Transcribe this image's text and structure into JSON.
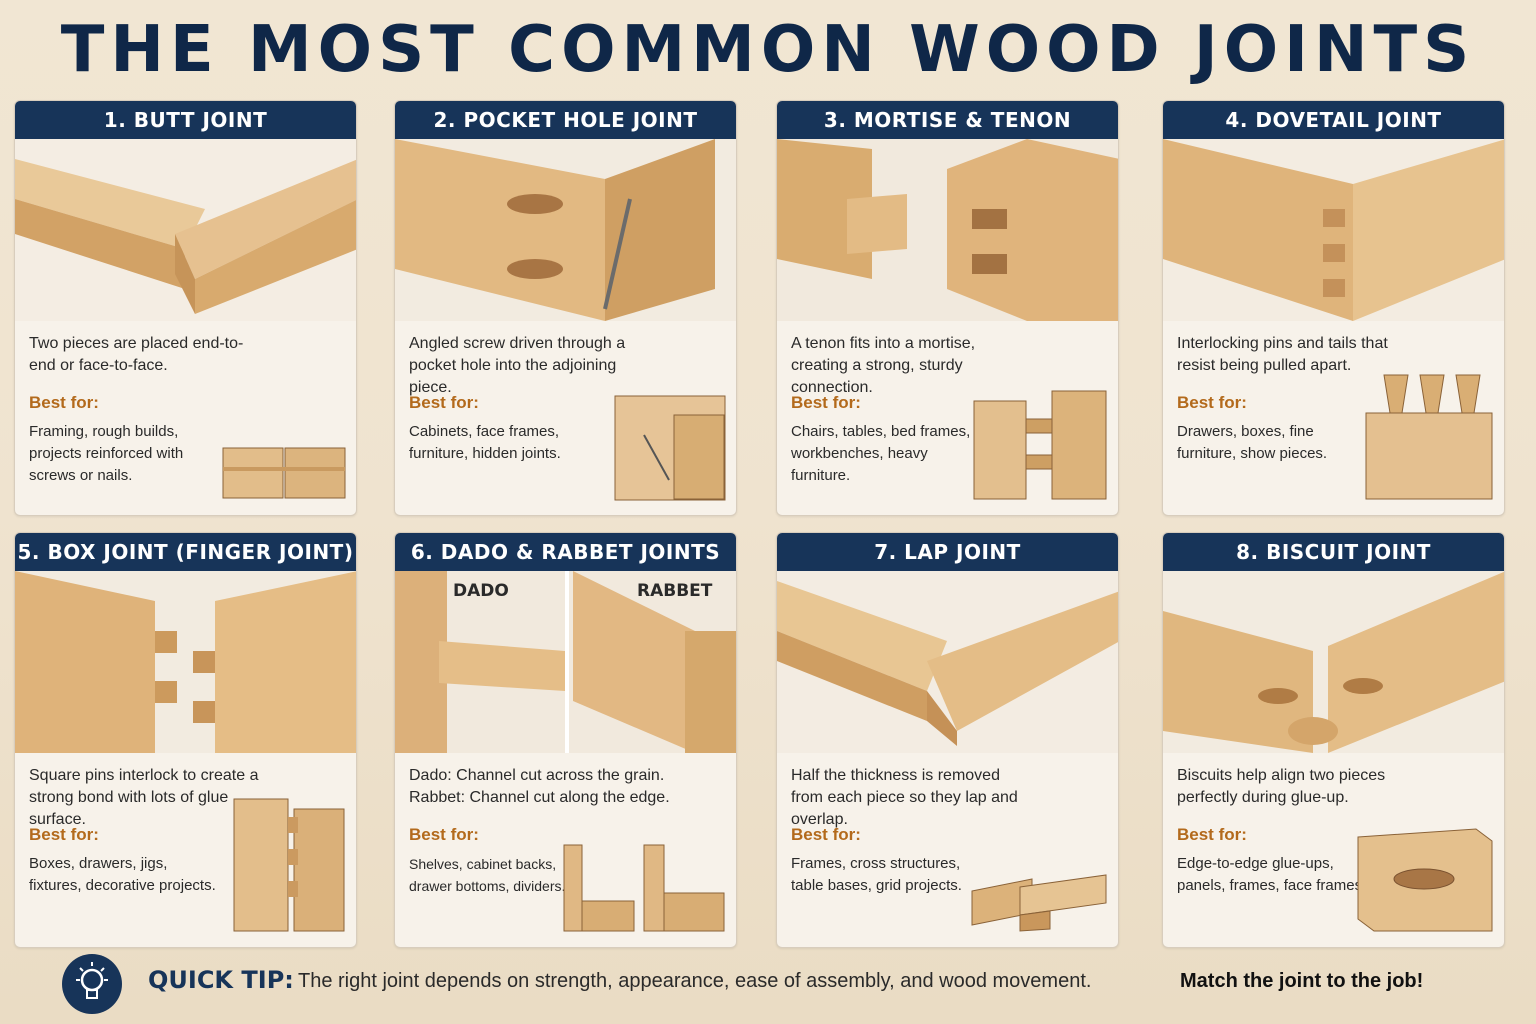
{
  "title": "THE MOST COMMON WOOD JOINTS",
  "best_for_label": "Best for:",
  "colors": {
    "header_bg": "#173459",
    "title_text": "#0f2748",
    "best_for": "#b36a1c",
    "wood_light": "#e8c595",
    "wood_mid": "#d6a96e",
    "wood_dark": "#b98a52"
  },
  "joints": [
    {
      "heading": "1. BUTT JOINT",
      "description": "Two pieces are placed end-to-end or face-to-face.",
      "best_for": "Framing, rough builds, projects reinforced with screws or nails."
    },
    {
      "heading": "2. POCKET HOLE JOINT",
      "description": "Angled screw driven through a pocket hole into the adjoining piece.",
      "best_for": "Cabinets, face frames, furniture, hidden joints."
    },
    {
      "heading": "3. MORTISE & TENON",
      "description": "A tenon fits into a mortise, creating a strong, sturdy connection.",
      "best_for": "Chairs, tables, bed frames, workbenches, heavy furniture."
    },
    {
      "heading": "4. DOVETAIL JOINT",
      "description": "Interlocking pins and tails that resist being pulled apart.",
      "best_for": "Drawers, boxes, fine furniture, show pieces."
    },
    {
      "heading": "5. BOX JOINT (FINGER JOINT)",
      "description": "Square pins interlock to create a strong bond with lots of glue surface.",
      "best_for": "Boxes, drawers, jigs, fixtures, decorative projects."
    },
    {
      "heading": "6. DADO & RABBET JOINTS",
      "description": "Dado: Channel cut across the grain. Rabbet: Channel cut along the edge.",
      "best_for": "Shelves, cabinet backs, drawer bottoms, dividers.",
      "sublabels": [
        "DADO",
        "RABBET"
      ]
    },
    {
      "heading": "7. LAP JOINT",
      "description": "Half the thickness is removed from each piece so they lap and overlap.",
      "best_for": "Frames, cross structures, table bases, grid projects."
    },
    {
      "heading": "8. BISCUIT JOINT",
      "description": "Biscuits help align two pieces perfectly during glue-up.",
      "best_for": "Edge-to-edge glue-ups, panels, frames, face frames."
    }
  ],
  "tip": {
    "label": "QUICK TIP:",
    "text": "The right joint depends on strength, appearance, ease of assembly, and wood movement.",
    "emphasis": "Match the joint to the job!",
    "icon": "lightbulb-icon"
  }
}
